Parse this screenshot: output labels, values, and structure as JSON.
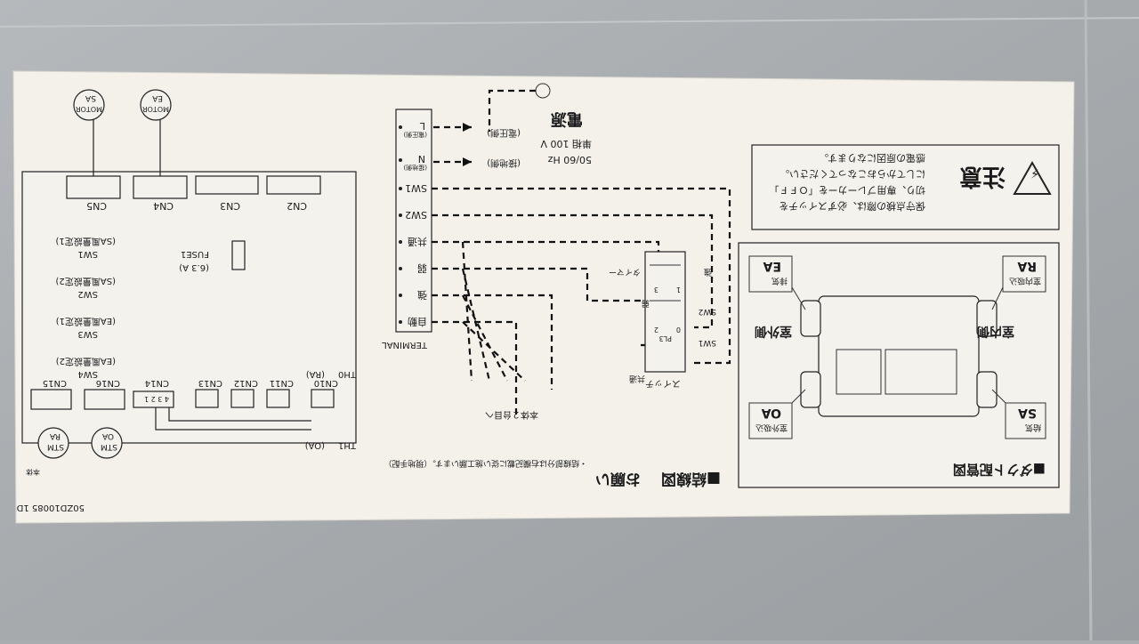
{
  "colors": {
    "panel": "#f3f1ea",
    "ink": "#1e1e1e",
    "metal": "#a9adb0"
  },
  "diagram_title": "■結線図",
  "request": "お願い",
  "instruction": "・結線部分は右欄記載に従い施工願います。（現地手配）",
  "model": "50ZD10085 1D",
  "body_label": "本体",
  "terminal_label": "TERMINAL",
  "body2_label": "本体２台目へ",
  "power": {
    "label": "電源",
    "spec1": "単相 100 V",
    "spec2": "50/60 Hz",
    "voltage_side": "(電圧側)",
    "ground_side": "(接地側)"
  },
  "terminals": [
    {
      "name": "L",
      "sub": "(電圧側)"
    },
    {
      "name": "N",
      "sub": "(接地側)"
    },
    {
      "name": "SW1",
      "sub": ""
    },
    {
      "name": "SW2",
      "sub": ""
    },
    {
      "name": "共通",
      "sub": ""
    },
    {
      "name": "弱",
      "sub": ""
    },
    {
      "name": "強",
      "sub": ""
    },
    {
      "name": "自動",
      "sub": ""
    }
  ],
  "connectors_top": [
    "CN5",
    "CN4",
    "CN3",
    "CN2"
  ],
  "connectors_bottom": [
    "CN15",
    "CN16",
    "CN14",
    "CN13",
    "CN12",
    "CN11",
    "CN10"
  ],
  "cn14_pins": "4 3 2 1",
  "motors": [
    {
      "line1": "MOTOR",
      "line2": "SA"
    },
    {
      "line1": "MOTOR",
      "line2": "EA"
    }
  ],
  "stm": [
    {
      "line1": "STM",
      "line2": "RA"
    },
    {
      "line1": "STM",
      "line2": "OA"
    }
  ],
  "switches": [
    {
      "name": "SW1",
      "desc": "(SA風量設定1)"
    },
    {
      "name": "SW2",
      "desc": "(SA風量設定2)"
    },
    {
      "name": "SW3",
      "desc": "(EA風量設定1)"
    },
    {
      "name": "SW4",
      "desc": "(EA風量設定2)"
    }
  ],
  "fuse": {
    "name": "FUSE1",
    "rating": "(6.3 A)"
  },
  "thermistors": [
    {
      "name": "TH0",
      "pos": "(RA)"
    },
    {
      "name": "TH1",
      "pos": "(OA)"
    }
  ],
  "switch_unit": {
    "title": "スイッチ",
    "common": "共通",
    "sw1": "SW1",
    "sw2": "SW2",
    "strong": "強",
    "weak": "弱",
    "timer": "タイマー",
    "pl": "PL3",
    "pos0": "0",
    "pos1": "1",
    "pos2": "2",
    "pos3": "3"
  },
  "caution": {
    "title": "注意",
    "line1": "保守点検の際は、必ずスイッチを",
    "line2": "切り、専用ブレーカーを「ＯＦＦ」",
    "line3": "にしてからおこなってください。",
    "line4": "感電の原因になります。"
  },
  "duct": {
    "title": "■ダクト配管図",
    "indoor": "室内側",
    "outdoor": "室外側",
    "sa_top": "給気",
    "sa": "SA",
    "oa_top": "室外吸込",
    "oa": "OA",
    "ra_top": "室内吸込",
    "ra": "RA",
    "ea_top": "排気",
    "ea": "EA"
  }
}
